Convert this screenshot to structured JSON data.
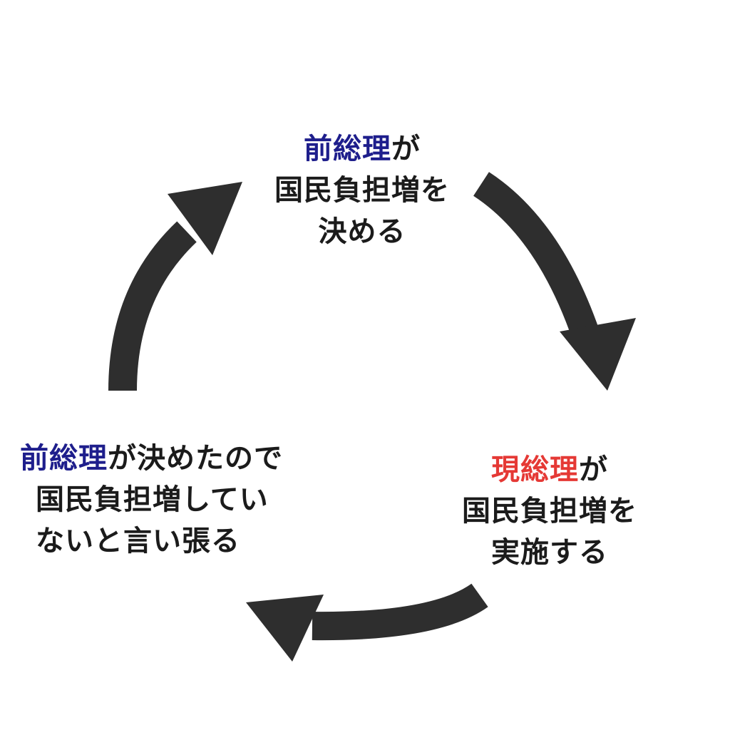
{
  "colors": {
    "arrow": "#2e2e2e",
    "text": "#1b1b1b",
    "previous_pm": "#1e1e8c",
    "current_pm": "#e53935"
  },
  "nodes": {
    "top": {
      "highlight": "前総理",
      "line1_rest": "が",
      "line2": "国民負担増を",
      "line3": "決める"
    },
    "right": {
      "highlight": "現総理",
      "line1_rest": "が",
      "line2": "国民負担増を",
      "line3": "実施する"
    },
    "left": {
      "highlight": "前総理",
      "line1_rest": "が決めたので",
      "line2": "国民負担増してい",
      "line3": "ないと言い張る"
    }
  }
}
